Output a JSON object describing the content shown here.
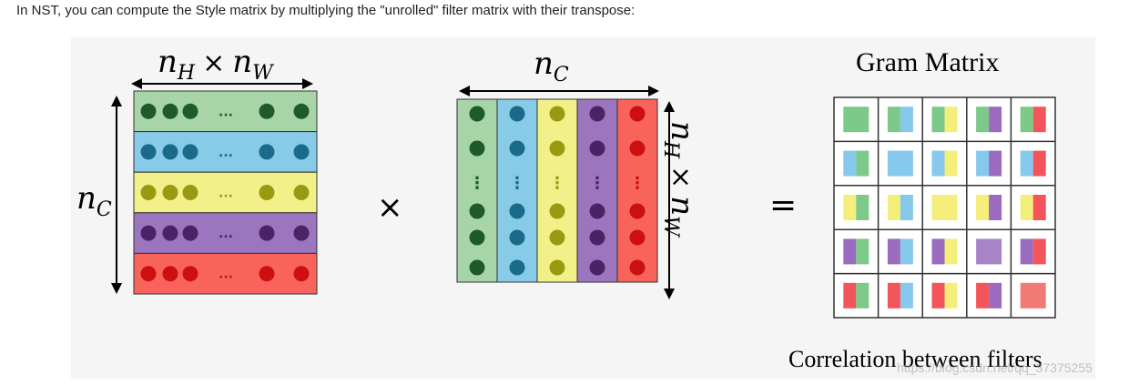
{
  "intro_text": "In NST, you can compute the Style matrix by multiplying the \"unrolled\" filter matrix with their transpose:",
  "labels": {
    "left_top": "n",
    "left_top_sub1": "H",
    "left_top_times": "×",
    "left_top_n2": "n",
    "left_top_sub2": "W",
    "left_side": "n",
    "left_side_sub": "C",
    "multiply": "×",
    "mid_top": "n",
    "mid_top_sub": "C",
    "mid_side": "n",
    "mid_side_sub1": "H",
    "mid_side_times": "×",
    "mid_side_n2": "n",
    "mid_side_sub2": "W",
    "equals": "=",
    "gram_title": "Gram Matrix",
    "gram_caption": "Correlation between filters",
    "ellipsis": "...",
    "vellipsis": "⋮"
  },
  "colors": {
    "green": "#a8d5a8",
    "blue": "#87cbe8",
    "yellow": "#f2f088",
    "purple": "#9b75bd",
    "red": "#f8645c",
    "dot_green": "#1e5a2a",
    "dot_blue": "#1a6a8a",
    "dot_yellow": "#9a9a12",
    "dot_purple": "#4a2265",
    "dot_red": "#cc1010",
    "gram_green": "#7cc98a",
    "gram_blue": "#86c9ec",
    "gram_yellow": "#f3ef7a",
    "gram_purple": "#9a6bbf",
    "gram_red": "#f2565a",
    "gram_purple_solid": "#a783c8",
    "gram_red_solid": "#f27a76"
  },
  "filters": [
    "green",
    "blue",
    "yellow",
    "purple",
    "red"
  ],
  "watermark": "https://blog.csdn.net/qq_37375255"
}
